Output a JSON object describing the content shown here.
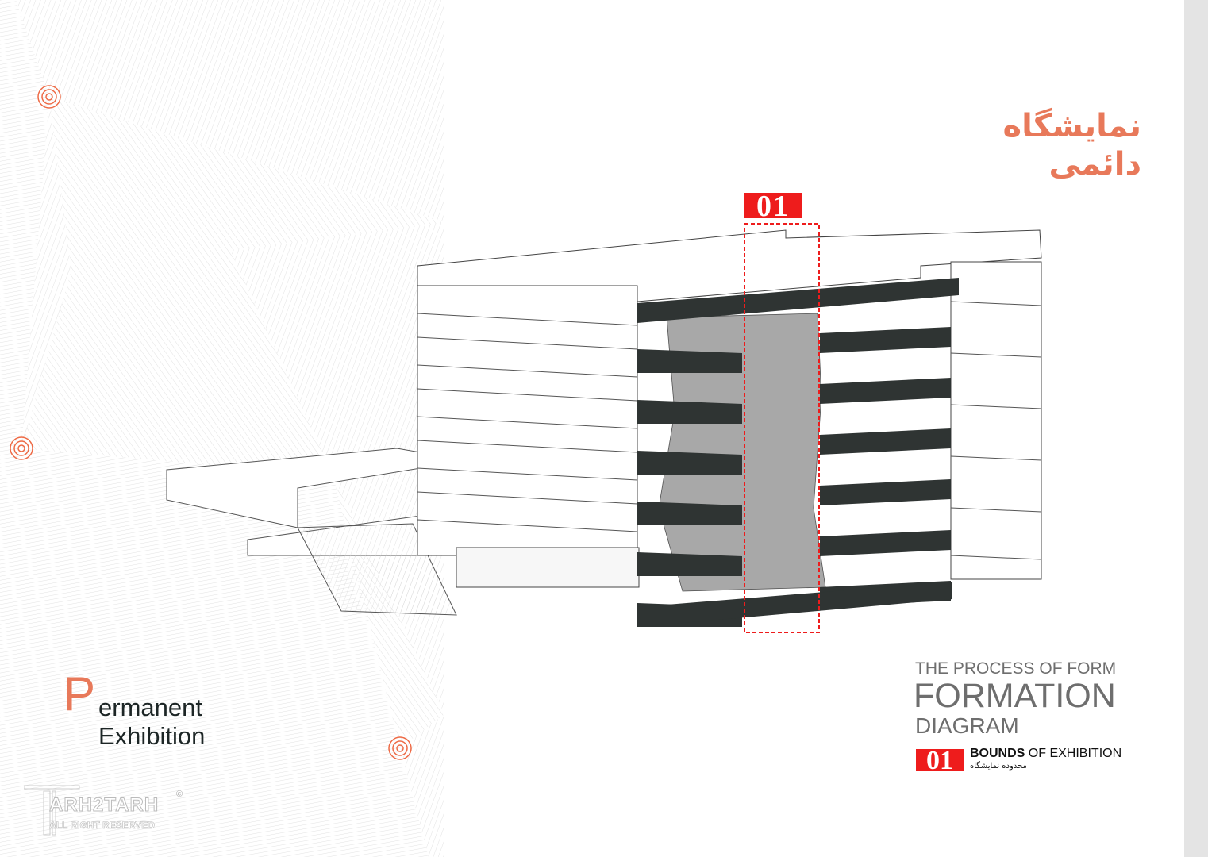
{
  "title_fa": "نمایشگاه دائمی",
  "diagram_tag": "01",
  "side_title": {
    "initial": "P",
    "line1": "ermanent",
    "line2": "Exhibition"
  },
  "legend": {
    "line1": "THE PROCESS OF FORM",
    "line2": "FORMATION",
    "line3": "DIAGRAM",
    "item_number": "01",
    "item_bold": "BOUNDS",
    "item_rest": " OF EXHIBITION",
    "item_fa": "محدوده نمایشگاه"
  },
  "watermark": {
    "brand": "ARH2TARH",
    "rights": "ALL RIGHT RESERVED",
    "copyright": "©"
  },
  "colors": {
    "accent": "#e8795a",
    "highlight": "#ee1c1c",
    "slab": "#2f3433",
    "strip": "#e4e4e4"
  }
}
